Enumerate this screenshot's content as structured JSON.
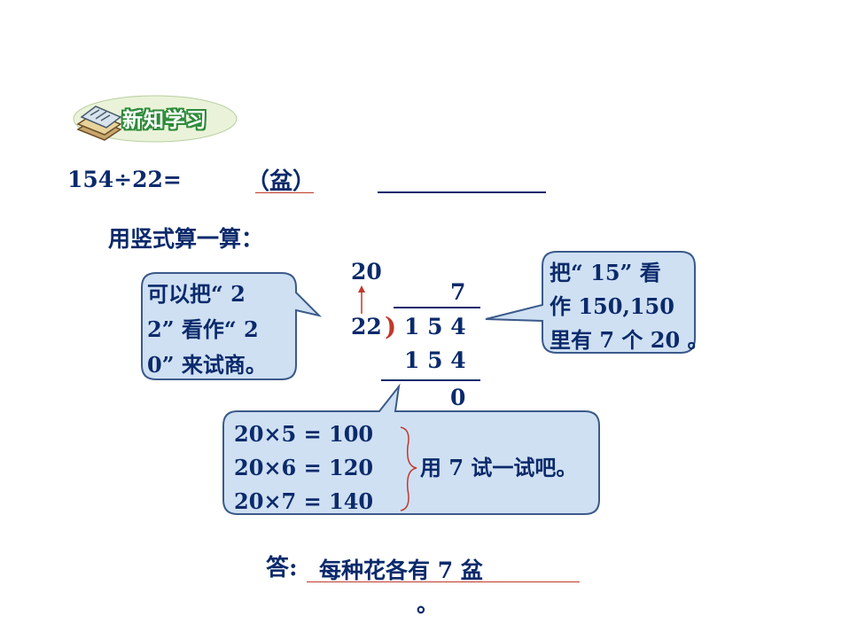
{
  "header": {
    "title": "新知学习",
    "icon": "books-icon"
  },
  "problem": {
    "expression": "154÷22=",
    "unit": "（盆）",
    "answer_blank": ""
  },
  "instruction": "用竖式算一算：",
  "division": {
    "estimate": "20",
    "quotient": "7",
    "divisor": "22",
    "bracket": ")",
    "dividend": "1 5 4",
    "product": "1 5 4",
    "remainder": "0"
  },
  "bubbles": {
    "left": {
      "lines": [
        "可以把“ 2",
        "2” 看作“ 2",
        "0” 来试商。"
      ]
    },
    "right": {
      "lines": [
        "把“ 15” 看",
        "作 150,150",
        "里有 7 个 20 。"
      ]
    },
    "bottom": {
      "lines": [
        "20×5 = 100",
        "20×6 = 120",
        "20×7 = 140"
      ],
      "note": "用 7 试一试吧。"
    }
  },
  "answer": {
    "label": "答:",
    "text": "每种花各有 7 盆",
    "end": "。"
  },
  "colors": {
    "text": "#0b2a6b",
    "bubble_fill": "#cfe0f3",
    "bubble_stroke": "#3b5a8a",
    "accent_red": "#c0392b",
    "badge_green": "#2e8b3a"
  }
}
